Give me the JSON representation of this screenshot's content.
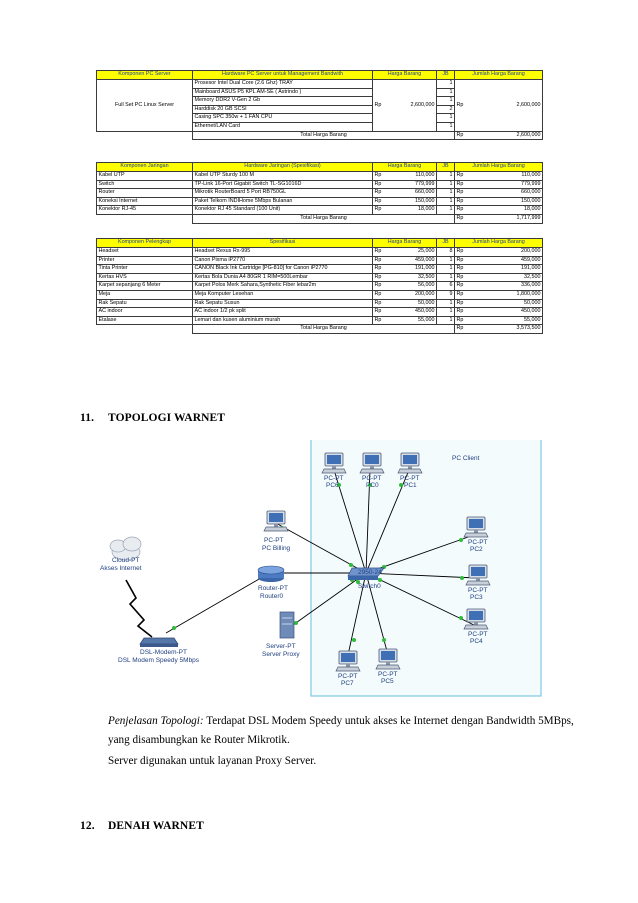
{
  "table_pc": {
    "headers": [
      "Komponen PC Server",
      "Hardware PC Server untuk Management Bandwith",
      "Harga Barang",
      "JB",
      "Jumlah Harga Barang"
    ],
    "group_label": "Full Set PC Linux Server",
    "items": [
      {
        "name": "Prosesor Intel Dual Core (2.6 Ghz) TRAY",
        "qty": "1"
      },
      {
        "name": "Mainboard ASUS P5 KPL AM-SE ( Astrindo )",
        "qty": "1"
      },
      {
        "name": "Memory DDR2 V-Gen 2 Gb",
        "qty": "1"
      },
      {
        "name": "Harddisk 20 GB SCSI",
        "qty": "2"
      },
      {
        "name": "Casing SPC 350w + 1 FAN CPU",
        "qty": "1"
      },
      {
        "name": "Ethernet/LAN Card",
        "qty": "1"
      }
    ],
    "currency": "Rp",
    "price": "2,600,000",
    "amount": "2,600,000",
    "total_label": "Total Harga Barang",
    "total": "2,600,000"
  },
  "table_net": {
    "headers": [
      "Komponen Jaringan",
      "Hardware Jaringan (Spesifikasi)",
      "Harga Barang",
      "JB",
      "Jumlah Harga Barang"
    ],
    "rows": [
      {
        "component": "Kabel UTP",
        "spec": "Kabel UTP Sturdy 100 M",
        "price": "110,000",
        "qty": "1",
        "amount": "110,000"
      },
      {
        "component": "Switch",
        "spec": "TP-Link 16-Port Gigabit Switch TL-SG1016D",
        "price": "779,999",
        "qty": "1",
        "amount": "779,999"
      },
      {
        "component": "Router",
        "spec": "Mikrotik RouterBoard 5 Port RB750GL",
        "price": "660,000",
        "qty": "1",
        "amount": "660,000"
      },
      {
        "component": "Koneksi Internet",
        "spec": "Paket Telkom INDIHome 5Mbps Bulanan",
        "price": "150,000",
        "qty": "1",
        "amount": "150,000"
      },
      {
        "component": "Konektor RJ-45",
        "spec": "Konektor RJ 45 Standard (100 Unit)",
        "price": "18,000",
        "qty": "1",
        "amount": "18,000"
      }
    ],
    "currency": "Rp",
    "total_label": "Total Harga Barang",
    "total": "1,717,999"
  },
  "table_misc": {
    "headers": [
      "Komponen Pelengkap",
      "Spesifikasi",
      "Harga Barang",
      "JB",
      "Jumlah Harga Barang"
    ],
    "rows": [
      {
        "component": "Headset",
        "spec": "Headset Rexus Rx-995",
        "price": "25,000",
        "qty": "8",
        "amount": "200,000"
      },
      {
        "component": "Printer",
        "spec": "Canon Pixma iP2770",
        "price": "459,000",
        "qty": "1",
        "amount": "459,000"
      },
      {
        "component": "Tinta Printer",
        "spec": "CANON Black Ink Cartridge [PG-810] for Canon iP2770",
        "price": "191,000",
        "qty": "1",
        "amount": "191,000"
      },
      {
        "component": "Kertas HVS",
        "spec": "Kertas Bola Dunia A4 80GR 1 RIM=500Lembar",
        "price": "32,500",
        "qty": "1",
        "amount": "32,500"
      },
      {
        "component": "Karpet sepanjang 6 Meter",
        "spec": "Karpet Polos Merk Sahara,Synthetic Fiber lebar2m",
        "price": "56,000",
        "qty": "6",
        "amount": "336,000"
      },
      {
        "component": "Meja",
        "spec": "Meja Komputer Lesehan",
        "price": "200,000",
        "qty": "9",
        "amount": "1,800,000"
      },
      {
        "component": "Rak Sepatu",
        "spec": "Rak Sepatu Susun",
        "price": "50,000",
        "qty": "1",
        "amount": "50,000"
      },
      {
        "component": "AC indoor",
        "spec": "AC indoor 1/2 pk split",
        "price": "450,000",
        "qty": "1",
        "amount": "450,000"
      },
      {
        "component": "Etalase",
        "spec": "Lemari dan kusen aluminium murah",
        "price": "55,000",
        "qty": "1",
        "amount": "55,000"
      }
    ],
    "currency": "Rp",
    "total_label": "Total Harga Barang",
    "total": "3,573,500"
  },
  "section11": {
    "number": "11.",
    "title": "TOPOLOGI WARNET"
  },
  "section12": {
    "number": "12.",
    "title": "DENAH WARNET"
  },
  "topology": {
    "cloud": [
      "Cloud-PT",
      "Akses Internet"
    ],
    "modem": [
      "DSL-Modem-PT",
      "DSL Modem Speedy 5Mbps"
    ],
    "router": [
      "Router-PT",
      "Router0"
    ],
    "billing": [
      "PC-PT",
      "PC Billing"
    ],
    "server": [
      "Server-PT",
      "Server Proxy"
    ],
    "switch": [
      "2950-24",
      "Switch0"
    ],
    "area_label": "PC Client",
    "pcs": [
      {
        "type": "PC-PT",
        "name": "PC6"
      },
      {
        "type": "PC-PT",
        "name": "PC0"
      },
      {
        "type": "PC-PT",
        "name": "PC1"
      },
      {
        "type": "PC-PT",
        "name": "PC2"
      },
      {
        "type": "PC-PT",
        "name": "PC3"
      },
      {
        "type": "PC-PT",
        "name": "PC4"
      },
      {
        "type": "PC-PT",
        "name": "PC5"
      },
      {
        "type": "PC-PT",
        "name": "PC7"
      }
    ]
  },
  "explanation": {
    "label": "Penjelasan Topologi:",
    "text": " Terdapat DSL Modem Speedy untuk akses ke Internet dengan Bandwidth 5MBps, yang disambungkan ke Router Mikrotik.",
    "server_text": "Server digunakan untuk layanan Proxy Server."
  }
}
